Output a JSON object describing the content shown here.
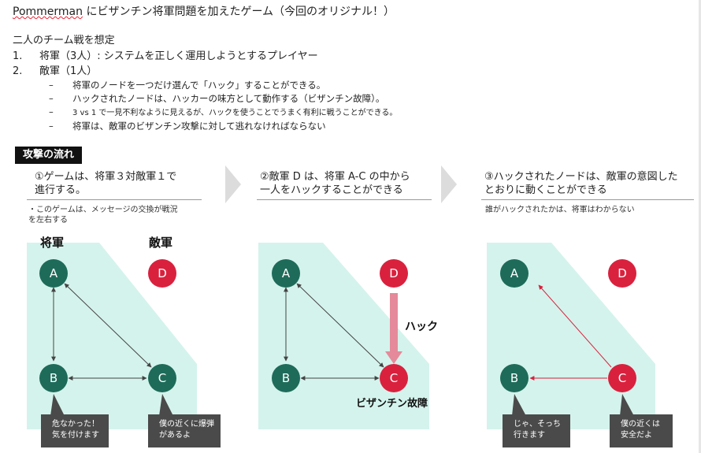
{
  "header": {
    "brand": "Pommerman",
    "title_rest": " にビザンチン将軍問題を加えたゲーム（今回のオリジナル！）"
  },
  "intro": "二人のチーム戦を想定",
  "players": [
    {
      "num": "1.",
      "text": "将軍（3人）: システムを正しく運用しようとするプレイヤー"
    },
    {
      "num": "2.",
      "text": "敵軍（1人）"
    }
  ],
  "enemy_rules": [
    "将軍のノードを一つだけ選んで「ハック」することができる。",
    "ハックされたノードは、ハッカーの味方として動作する（ビザンチン故障）。",
    "3 vs 1 で一見不利なように見えるが、ハックを使うことでうまく有利に戦うことができる。",
    "将軍は、敵軍のビザンチン攻撃に対して逃れなければならない"
  ],
  "dash": "–",
  "section_title": "攻撃の流れ",
  "steps": [
    {
      "line1": "①ゲームは、将軍３対敵軍１で",
      "line2": "進行する。",
      "note1": "・このゲームは、メッセージの交換が戦況",
      "note2": "を左右する"
    },
    {
      "line1": "②敵軍 D は、将軍 A-C の中から",
      "line2": "一人をハックすることができる",
      "note1": "",
      "note2": ""
    },
    {
      "line1": "③ハックされたノードは、敵軍の意図した",
      "line2": "とおりに動くことができる",
      "note1": "誰がハックされたかは、将軍はわからない",
      "note2": ""
    }
  ],
  "labels": {
    "generals": "将軍",
    "enemy": "敵軍",
    "hack": "ハック",
    "byzantine": "ビザンチン故障"
  },
  "nodes": {
    "a": "A",
    "b": "B",
    "c": "C",
    "d": "D"
  },
  "bubbles": {
    "p1_b": [
      "危なかった！",
      "気を付けます"
    ],
    "p1_c": [
      "僕の近くに爆弾",
      "があるよ"
    ],
    "p3_b": [
      "じゃ、そっち",
      "行きます"
    ],
    "p3_c": [
      "僕の近くは",
      "安全だよ"
    ]
  },
  "colors": {
    "teal_node": "#1e6b5a",
    "red_node": "#d9213e",
    "region": "#d4f3ec",
    "hack_arrow": "#e58a9a",
    "bubble": "#4a4a4a"
  }
}
